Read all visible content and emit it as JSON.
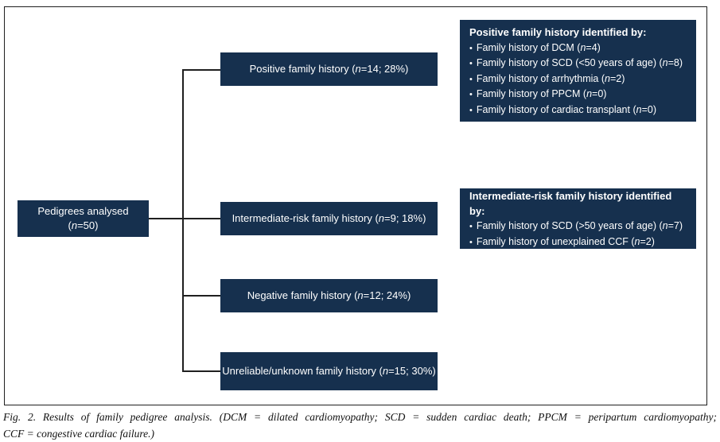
{
  "palette": {
    "box_background": "#16304e",
    "box_text": "#ffffff",
    "line_color": "#1f1f1f",
    "page_background": "#ffffff"
  },
  "flow": {
    "bullet": "•",
    "n": "n",
    "root": {
      "line1": "Pedigrees analysed",
      "pre": "(",
      "post": "=50)"
    },
    "branches": [
      {
        "pre": "Positive family history (",
        "post": "=14; 28%)"
      },
      {
        "pre": "Intermediate-risk family history (",
        "post": "=9; 18%)"
      },
      {
        "pre": "Negative family history (",
        "post": "=12; 24%)"
      },
      {
        "pre": "Unreliable/unknown family history (",
        "post": "=15; 30%)"
      }
    ],
    "detail_boxes": [
      {
        "title": "Positive family history identified by:",
        "items": [
          {
            "pre": "Family history of DCM (",
            "post": "=4)"
          },
          {
            "pre": "Family history of SCD (<50 years of age) (",
            "post": "=8)"
          },
          {
            "pre": "Family history of arrhythmia (",
            "post": "=2)"
          },
          {
            "pre": "Family history of PPCM (",
            "post": "=0)"
          },
          {
            "pre": "Family history of cardiac transplant (",
            "post": "=0)"
          }
        ]
      },
      {
        "title": "Intermediate-risk family history identified by:",
        "items": [
          {
            "pre": "Family history of SCD (>50 years of age) (",
            "post": "=7)"
          },
          {
            "pre": "Family history of unexplained CCF (",
            "post": "=2)"
          }
        ]
      }
    ]
  },
  "caption": {
    "line1": "Fig. 2. Results of family pedigree analysis. (DCM = dilated cardiomyopathy; SCD = sudden cardiac death; PPCM = peripartum cardiomyopathy;",
    "line2": "CCF = congestive cardiac failure.)"
  }
}
